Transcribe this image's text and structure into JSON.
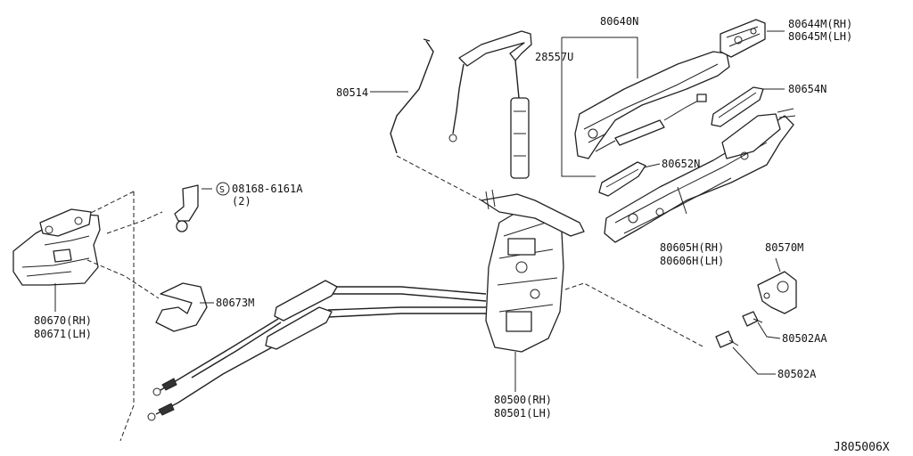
{
  "labels": {
    "p80640N": "80640N",
    "p28557U": "28557U",
    "p80644M": "80644M(RH)",
    "p80645M": "80645M(LH)",
    "p80654N": "80654N",
    "p80514": "80514",
    "p80652N": "80652N",
    "p08168": "08168-6161A",
    "p08168_qty": "(2)",
    "p08168_symbol": "S",
    "p80605H": "80605H(RH)",
    "p80606H": "80606H(LH)",
    "p80570M": "80570M",
    "p80673M": "80673M",
    "p80670": "80670(RH)",
    "p80671": "80671(LH)",
    "p80502AA": "80502AA",
    "p80502A": "80502A",
    "p80500": "80500(RH)",
    "p80501": "80501(LH)",
    "diagram_code": "J805006X"
  }
}
